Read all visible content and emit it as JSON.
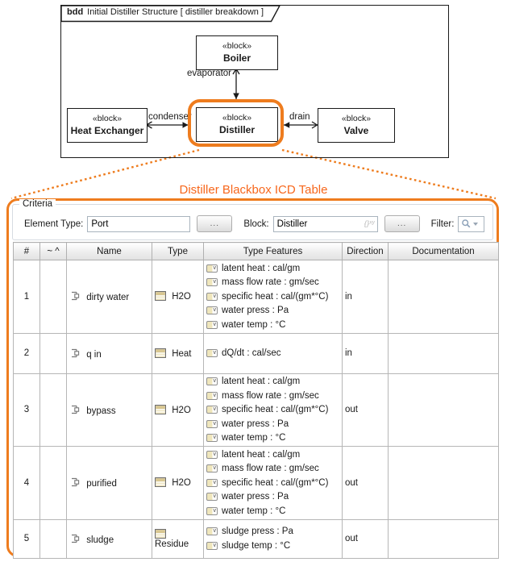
{
  "colors": {
    "highlight_orange": "#EE7C1E",
    "title_orange": "#F7671C"
  },
  "diagram": {
    "frame_kind": "bdd",
    "frame_title": "Initial Distiller Structure [ distiller breakdown ]",
    "blocks": [
      {
        "stereotype": "«block»",
        "name": "Boiler"
      },
      {
        "stereotype": "«block»",
        "name": "Heat Exchanger"
      },
      {
        "stereotype": "«block»",
        "name": "Distiller"
      },
      {
        "stereotype": "«block»",
        "name": "Valve"
      }
    ],
    "connector_labels": {
      "evaporator": "evaporator",
      "condenser": "condenser",
      "drain": "drain"
    }
  },
  "callout_title": "Distiller Blackbox ICD Table",
  "criteria": {
    "group_label": "Criteria",
    "element_type_label": "Element Type:",
    "element_type_value": "Port",
    "element_type_browse": "...",
    "block_label": "Block:",
    "block_value": "Distiller",
    "block_field_icon": "{}ˣʸ",
    "block_browse": "...",
    "filter_label": "Filter:"
  },
  "icons": {
    "port": "port-on-part-edge",
    "type_block": "block-classifier",
    "value_property": "value-property-box",
    "search": "magnifier-with-dropdown"
  },
  "table": {
    "columns": [
      "#",
      "~ ^",
      "Name",
      "Type",
      "Type Features",
      "Direction",
      "Documentation"
    ],
    "rows": [
      {
        "num": "1",
        "name": "dirty water",
        "type": "H2O",
        "features": [
          "latent heat : cal/gm",
          "mass flow rate : gm/sec",
          "specific heat : cal/(gm*°C)",
          "water press : Pa",
          "water temp : °C"
        ],
        "direction": "in",
        "documentation": ""
      },
      {
        "num": "2",
        "name": "q in",
        "type": "Heat",
        "features": [
          "dQ/dt : cal/sec"
        ],
        "direction": "in",
        "documentation": ""
      },
      {
        "num": "3",
        "name": "bypass",
        "type": "H2O",
        "features": [
          "latent heat : cal/gm",
          "mass flow rate : gm/sec",
          "specific heat : cal/(gm*°C)",
          "water press : Pa",
          "water temp : °C"
        ],
        "direction": "out",
        "documentation": ""
      },
      {
        "num": "4",
        "name": "purified",
        "type": "H2O",
        "features": [
          "latent heat : cal/gm",
          "mass flow rate : gm/sec",
          "specific heat : cal/(gm*°C)",
          "water press : Pa",
          "water temp : °C"
        ],
        "direction": "out",
        "documentation": ""
      },
      {
        "num": "5",
        "name": "sludge",
        "type": "Residue",
        "features": [
          "sludge press : Pa",
          "sludge temp : °C"
        ],
        "direction": "out",
        "documentation": ""
      }
    ]
  }
}
